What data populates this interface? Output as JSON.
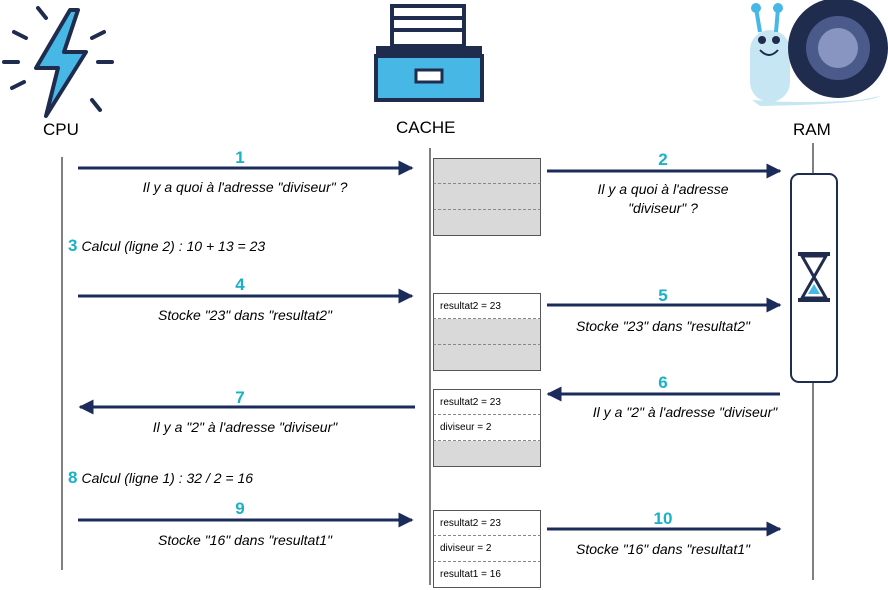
{
  "actors": {
    "cpu": "CPU",
    "cache": "CACHE",
    "ram": "RAM"
  },
  "colors": {
    "arrow": "#1c2c5a",
    "step": "#1ab0c6",
    "empty_cell": "#d9d9d9",
    "icon_blue": "#47b8e6",
    "icon_dark": "#1f2c4e"
  },
  "steps": [
    {
      "num": "1",
      "text": "Il y a quoi à l'adresse \"diviseur\" ?"
    },
    {
      "num": "2",
      "line1": "Il y a quoi à l'adresse",
      "line2": "\"diviseur\" ?"
    },
    {
      "num": "3",
      "text": "Calcul (ligne 2) : 10 + 13 = 23"
    },
    {
      "num": "4",
      "text": "Stocke \"23\" dans \"resultat2\""
    },
    {
      "num": "5",
      "text": "Stocke \"23\" dans \"resultat2\""
    },
    {
      "num": "6",
      "text": "Il y a \"2\" à l'adresse \"diviseur\""
    },
    {
      "num": "7",
      "text": "Il y a \"2\" à l'adresse \"diviseur\""
    },
    {
      "num": "8",
      "text": "Calcul (ligne 1) : 32 / 2 = 16"
    },
    {
      "num": "9",
      "text": "Stocke \"16\" dans \"resultat1\""
    },
    {
      "num": "10",
      "text": "Stocke \"16\" dans \"resultat1\""
    }
  ],
  "cache_states": [
    [
      "",
      "",
      ""
    ],
    [
      "resultat2 = 23",
      "",
      ""
    ],
    [
      "resultat2 = 23",
      "diviseur = 2",
      ""
    ],
    [
      "resultat2 = 23",
      "diviseur = 2",
      "resultat1 = 16"
    ]
  ]
}
